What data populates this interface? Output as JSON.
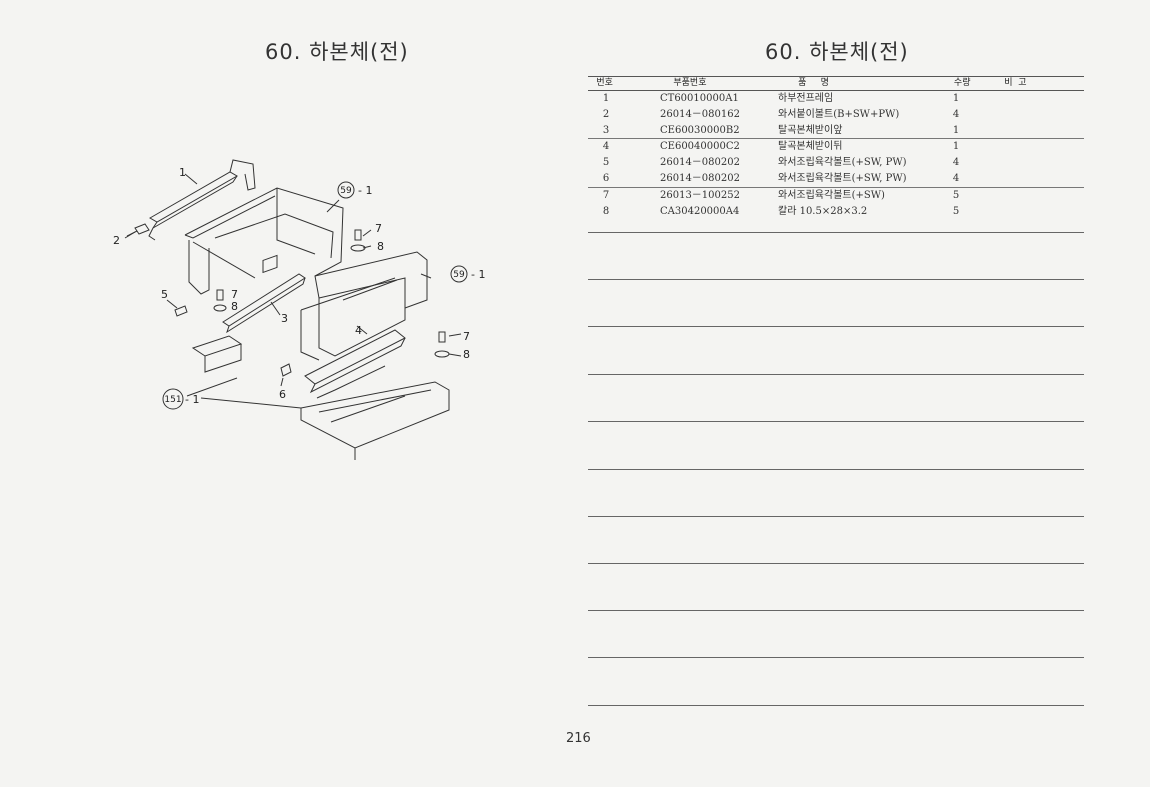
{
  "title_left": "60. 하본체(전)",
  "title_right": "60. 하본체(전)",
  "diagram": {
    "labels": [
      "1",
      "2",
      "3",
      "4",
      "5",
      "6",
      "7",
      "8",
      "7",
      "8",
      "7",
      "8"
    ],
    "callouts": [
      {
        "ref": "59",
        "suffix": "- 1"
      },
      {
        "ref": "59",
        "suffix": "- 1"
      },
      {
        "ref": "151",
        "suffix": "- 1"
      }
    ]
  },
  "table": {
    "headers": [
      "번호",
      "부품번호",
      "품     명",
      "수량",
      "비  고"
    ],
    "rows": [
      {
        "no": "1",
        "part": "CT60010000A1",
        "name": "하부전프레임",
        "qty": "1"
      },
      {
        "no": "2",
        "part": "26014－080162",
        "name": "와서붙이볼트(B+SW+PW)",
        "qty": "4"
      },
      {
        "no": "3",
        "part": "CE60030000B2",
        "name": "탈곡본체받이앞",
        "qty": "1"
      },
      {
        "no": "4",
        "part": "CE60040000C2",
        "name": "탈곡본체받이뒤",
        "qty": "1"
      },
      {
        "no": "5",
        "part": "26014－080202",
        "name": "와서조립육각볼트(+SW, PW)",
        "qty": "4"
      },
      {
        "no": "6",
        "part": "26014－080202",
        "name": "와서조립육각볼트(+SW, PW)",
        "qty": "4"
      },
      {
        "no": "7",
        "part": "26013－100252",
        "name": "와서조립육각볼트(+SW)",
        "qty": "5"
      },
      {
        "no": "8",
        "part": "CA30420000A4",
        "name": "칼라 10.5×28×3.2",
        "qty": "5"
      }
    ]
  },
  "page_number": "216"
}
